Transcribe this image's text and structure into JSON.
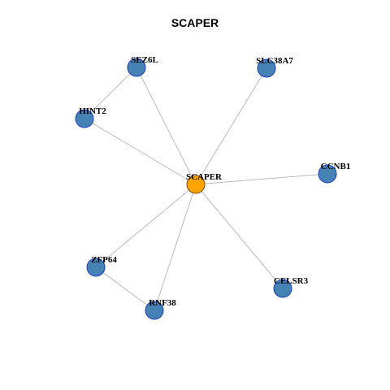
{
  "title": "SCAPER",
  "colors": {
    "center_fill": "#FFA500",
    "center_stroke": "#8B4513",
    "node_fill": "#4682B4",
    "node_stroke": "#1F3FBF",
    "edge": "#BBBBBB"
  },
  "nodes": [
    {
      "id": "SCAPER",
      "label": "SCAPER",
      "role": "center"
    },
    {
      "id": "SEZ6L",
      "label": "SEZ6L",
      "role": "neighbor"
    },
    {
      "id": "SLC38A7",
      "label": "SLC38A7",
      "role": "neighbor"
    },
    {
      "id": "HINT2",
      "label": "HINT2",
      "role": "neighbor"
    },
    {
      "id": "CCNB1",
      "label": "CCNB1",
      "role": "neighbor"
    },
    {
      "id": "ZFP64",
      "label": "ZFP64",
      "role": "neighbor"
    },
    {
      "id": "CELSR3",
      "label": "CELSR3",
      "role": "neighbor"
    },
    {
      "id": "RNF38",
      "label": "RNF38",
      "role": "neighbor"
    }
  ],
  "edges": [
    [
      "SCAPER",
      "SEZ6L"
    ],
    [
      "SCAPER",
      "SLC38A7"
    ],
    [
      "SCAPER",
      "HINT2"
    ],
    [
      "SCAPER",
      "CCNB1"
    ],
    [
      "SCAPER",
      "ZFP64"
    ],
    [
      "SCAPER",
      "CELSR3"
    ],
    [
      "SCAPER",
      "RNF38"
    ],
    [
      "SEZ6L",
      "HINT2"
    ],
    [
      "ZFP64",
      "RNF38"
    ]
  ]
}
